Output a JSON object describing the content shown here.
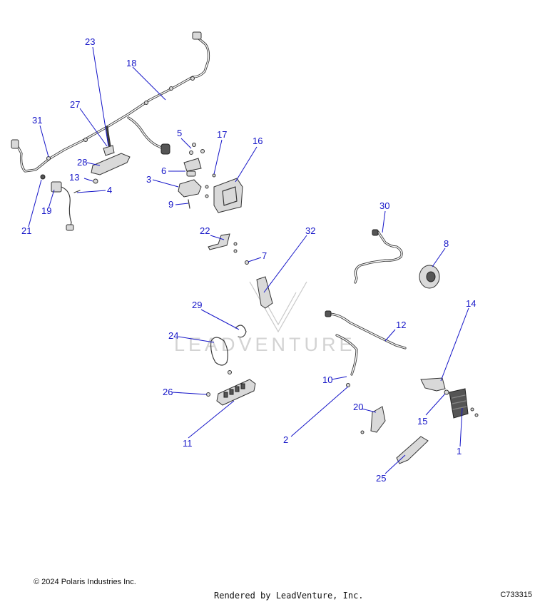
{
  "watermark": "LEADVENTURE",
  "callouts": [
    "1",
    "2",
    "3",
    "4",
    "5",
    "6",
    "7",
    "8",
    "9",
    "10",
    "11",
    "12",
    "13",
    "14",
    "15",
    "16",
    "17",
    "18",
    "19",
    "20",
    "21",
    "22",
    "23",
    "24",
    "25",
    "26",
    "27",
    "28",
    "29",
    "30",
    "31",
    "32"
  ],
  "footer": {
    "copyright": "© 2024 Polaris Industries Inc.",
    "rendered_by": "Rendered by LeadVenture, Inc.",
    "diagram_id": "C733315"
  },
  "colors": {
    "callout": "#1515c8",
    "line_art": "#3a3a3a",
    "watermark": "#d3d3d3"
  }
}
